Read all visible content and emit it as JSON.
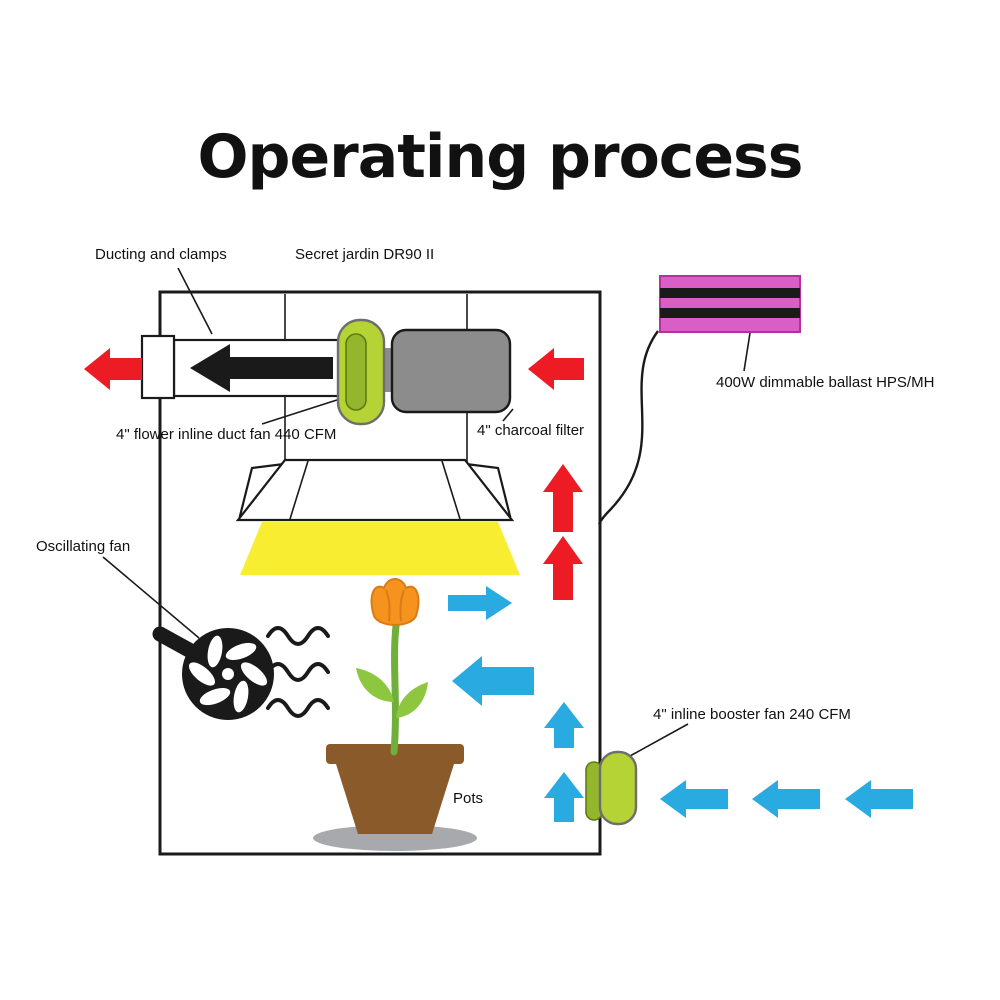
{
  "title": "Operating process",
  "labels": {
    "ducting_clamps": "Ducting and clamps",
    "tent_model": "Secret jardin DR90 II",
    "ballast": "400W dimmable ballast HPS/MH",
    "duct_fan": "4\" flower inline duct fan 440 CFM",
    "charcoal_filter": "4\" charcoal filter",
    "oscillating_fan": "Oscillating fan",
    "booster_fan": "4\" inline booster fan 240 CFM",
    "pots": "Pots"
  },
  "colors": {
    "exhaust": "#ed1c24",
    "intake": "#29abe2",
    "light": "#f9ed32",
    "fan_green": "#b5d334",
    "fan_green_dark": "#94b62c",
    "filter_gray": "#8c8c8c",
    "ballast_pink": "#d95fc7",
    "pot_brown": "#8b5a2b",
    "saucer_gray": "#a7a9ac",
    "tulip_orange": "#f6921e",
    "stem_green": "#6faf3a",
    "leaf_green": "#8dc63f",
    "line_black": "#1a1a1a"
  }
}
